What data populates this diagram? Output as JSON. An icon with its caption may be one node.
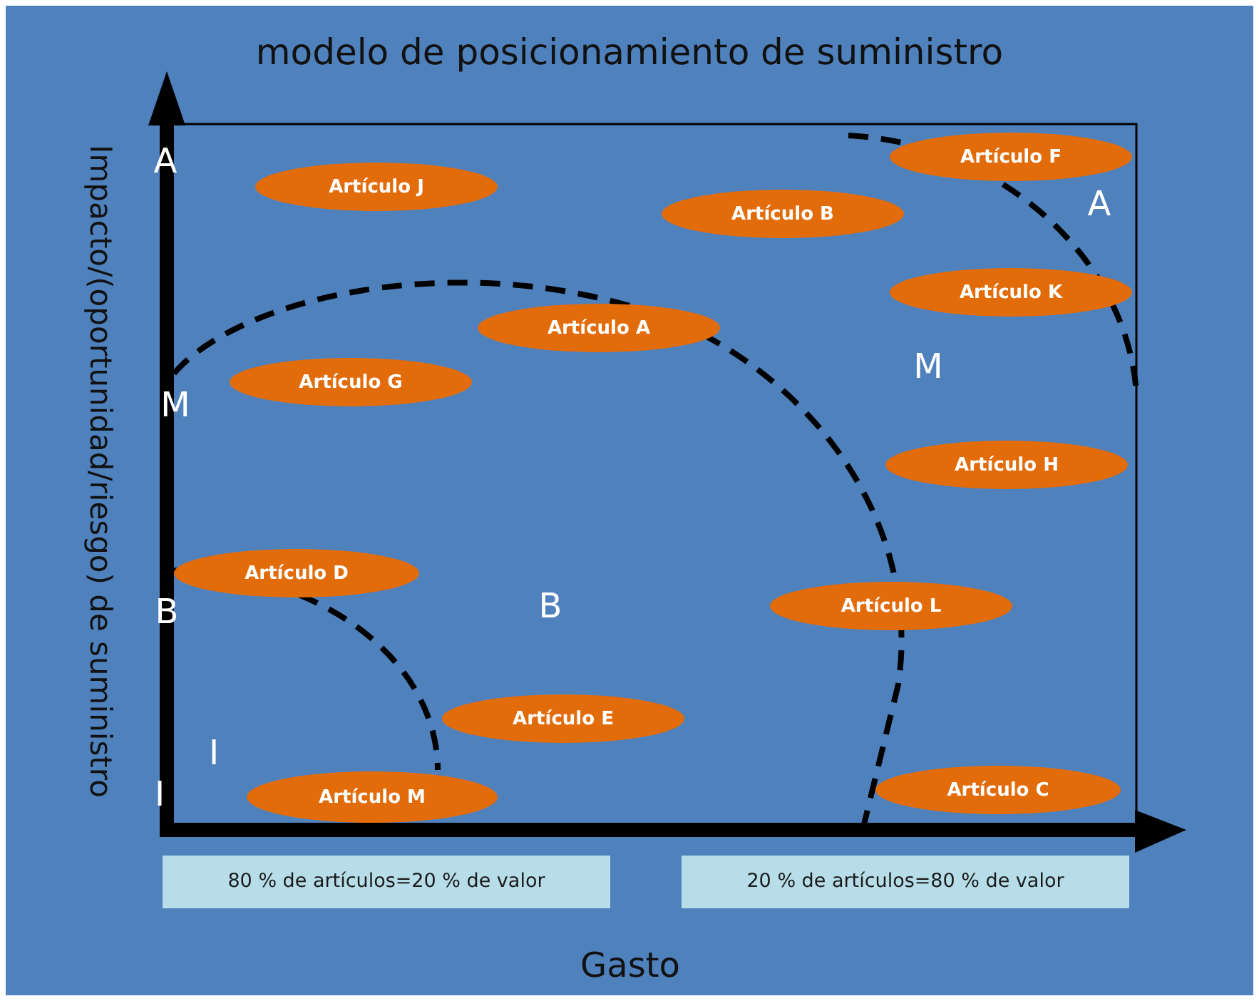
{
  "diagram": {
    "title": "modelo de posicionamiento de suministro",
    "nodes": [
      {
        "text": [
          "Artículo F"
        ]
      },
      {
        "text": [
          "Artículo J"
        ]
      },
      {
        "text": [
          "Artículo B"
        ]
      },
      {
        "text": [
          "Artículo K"
        ]
      },
      {
        "text": [
          "Artículo A"
        ]
      },
      {
        "text": [
          "Artículo G"
        ]
      },
      {
        "text": [
          "Artículo H"
        ]
      },
      {
        "text": [
          "Artículo D"
        ]
      },
      {
        "text": [
          "Artículo L"
        ]
      },
      {
        "text": [
          "Artículo E"
        ]
      },
      {
        "text": [
          "Artículo C"
        ]
      },
      {
        "text": [
          "Artículo M"
        ]
      },
      {
        "text": [
          "80 % de artículos=20 % de valor"
        ]
      },
      {
        "text": [
          "20 % de artículos=80 % de valor"
        ]
      }
    ],
    "labels": [
      "Impacto/(oportunidad/riesgo) de suministro",
      "A",
      "A",
      "M",
      "M",
      "B",
      "B",
      "I",
      "I",
      "Gasto"
    ]
  }
}
